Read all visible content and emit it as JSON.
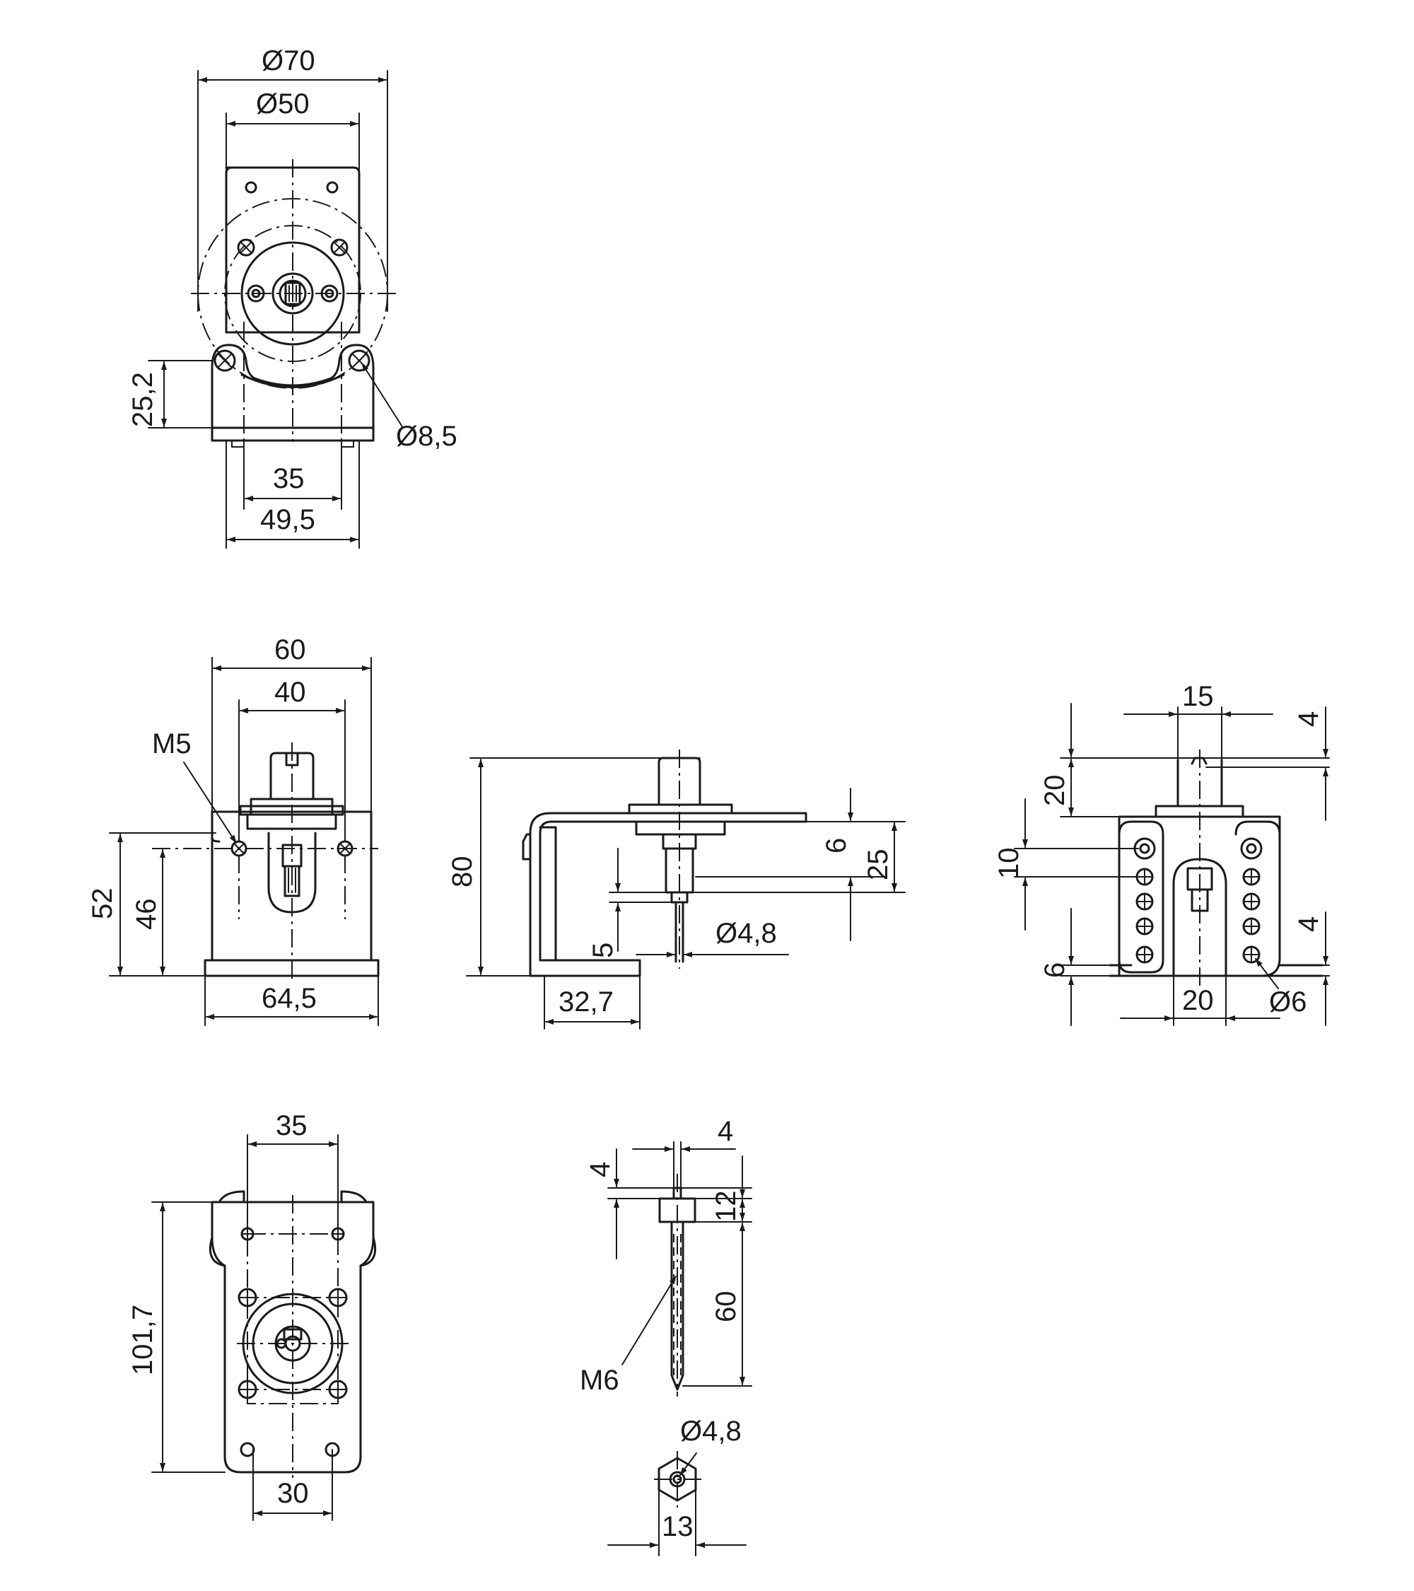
{
  "views": {
    "top": {
      "dims": {
        "d70": "Ø70",
        "d50": "Ø50",
        "h25_2": "25,2",
        "d8_5": "Ø8,5",
        "w35": "35",
        "w49_5": "49,5"
      }
    },
    "front": {
      "dims": {
        "w60": "60",
        "w40": "40",
        "m5": "M5",
        "h52": "52",
        "h46": "46",
        "w64_5": "64,5"
      }
    },
    "side": {
      "dims": {
        "h80": "80",
        "h6": "6",
        "h25": "25",
        "h5": "5",
        "d4_8": "Ø4,8",
        "w32_7": "32,7"
      }
    },
    "back": {
      "dims": {
        "w15": "15",
        "h4_top": "4",
        "h20": "20",
        "h10": "10",
        "h4_bot": "4",
        "h6": "6",
        "w20": "20",
        "d6": "Ø6"
      }
    },
    "bottom": {
      "dims": {
        "w35": "35",
        "h101_7": "101,7",
        "w30": "30"
      }
    },
    "shaft": {
      "dims": {
        "w4_left": "4",
        "w4_right": "4",
        "h12": "12",
        "h60": "60",
        "m6": "M6",
        "d4_8": "Ø4,8",
        "w13": "13"
      }
    }
  }
}
